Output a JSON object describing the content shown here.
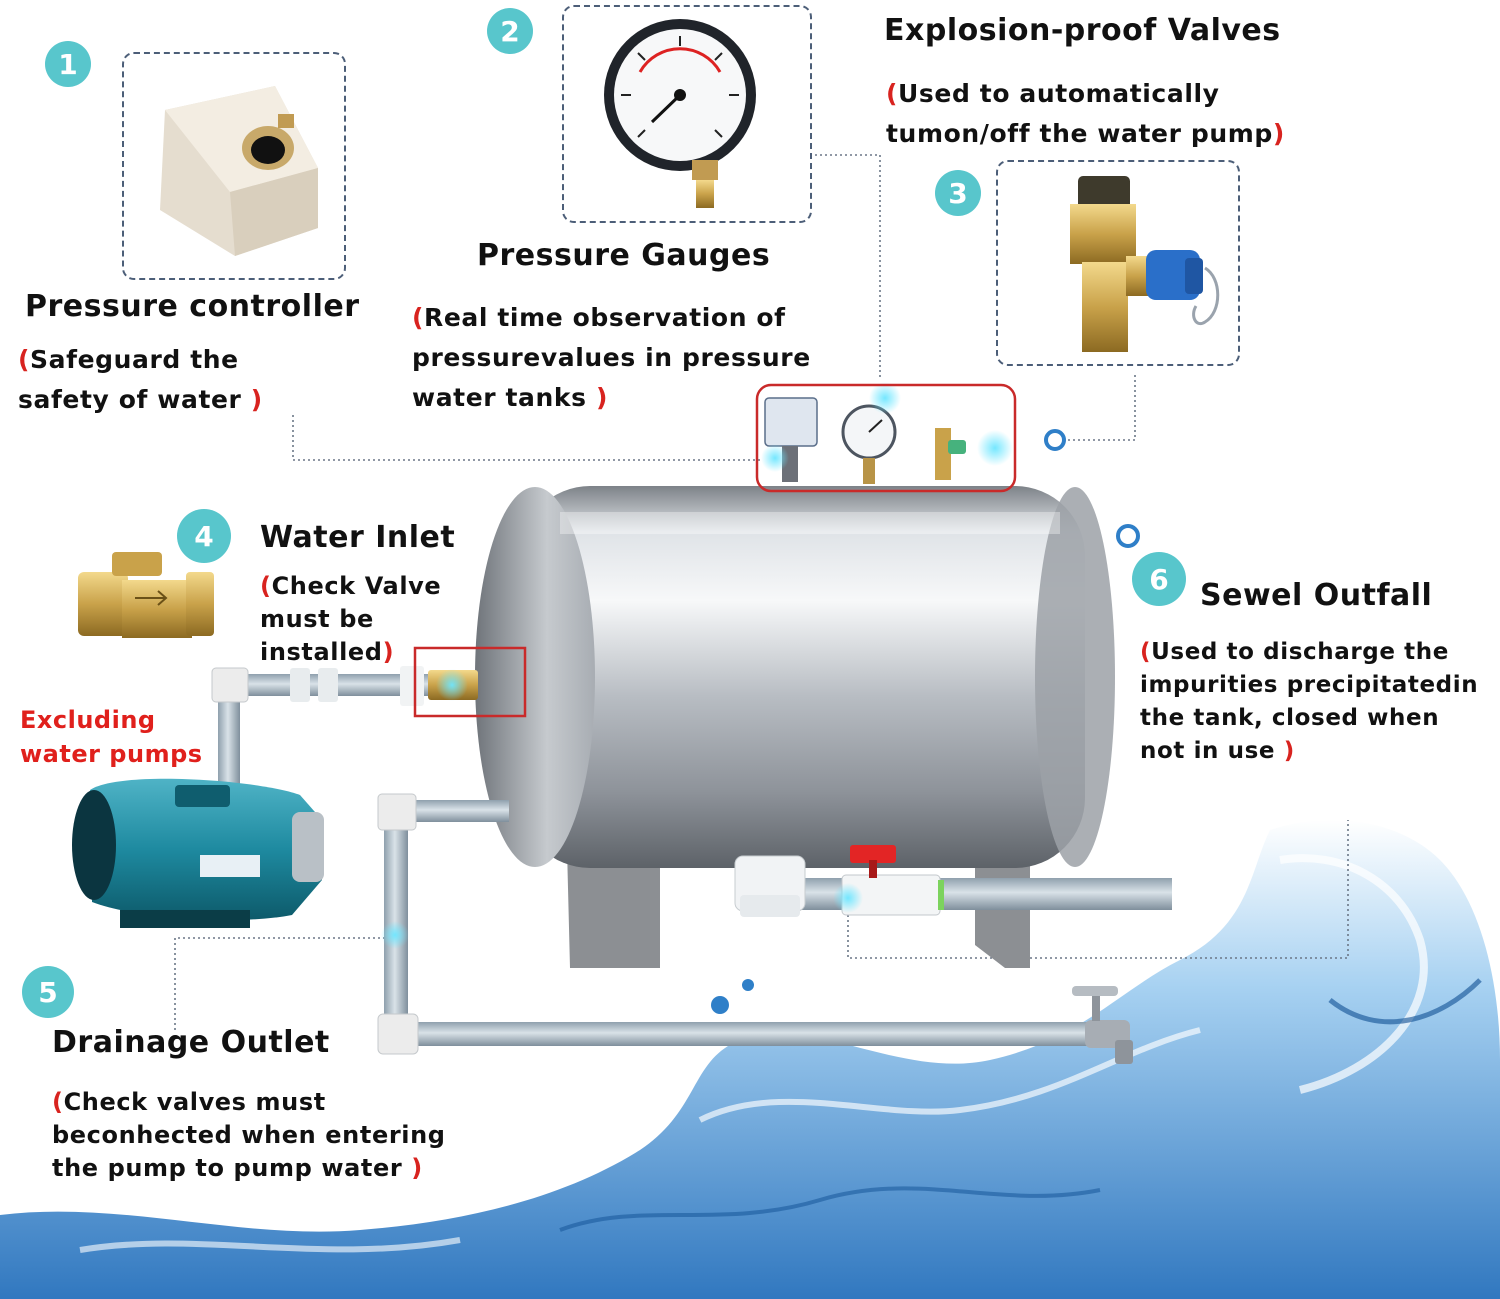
{
  "callouts": [
    {
      "number": "1",
      "title": "Pressure controller",
      "desc_lines": [
        "Safeguard the",
        "safety of water "
      ],
      "icon": "pressure-controller-icon"
    },
    {
      "number": "2",
      "title": "Pressure Gauges",
      "desc_lines": [
        "Real time observation of",
        "pressurevalues in pressure",
        "water tanks "
      ],
      "icon": "pressure-gauge-icon"
    },
    {
      "number": "3",
      "title": "Explosion-proof Valves",
      "desc_lines": [
        "Used to automatically",
        "tumon/off the water pump"
      ],
      "icon": "explosion-proof-valve-icon"
    },
    {
      "number": "4",
      "title": "Water Inlet",
      "desc_lines": [
        "Check Valve",
        "must be",
        "installed"
      ],
      "icon": "check-valve-icon"
    },
    {
      "number": "5",
      "title": "Drainage Outlet",
      "desc_lines": [
        "Check valves must",
        "beconhected when entering",
        "the pump to pump water "
      ],
      "icon": "drain-faucet-icon"
    },
    {
      "number": "6",
      "title": "Sewel Outfall",
      "desc_lines": [
        "Used to discharge the",
        "impurities precipitatedin",
        "the tank, closed when",
        "not in use "
      ],
      "icon": "ball-valve-icon"
    }
  ],
  "warning": {
    "lines": [
      "Excluding",
      "water pumps"
    ]
  },
  "colors": {
    "badge": "#58c6cc",
    "paren": "#d8231f",
    "warning": "#e0201c",
    "highlight_box": "#c92a2a",
    "water": "#2f7fc8"
  }
}
